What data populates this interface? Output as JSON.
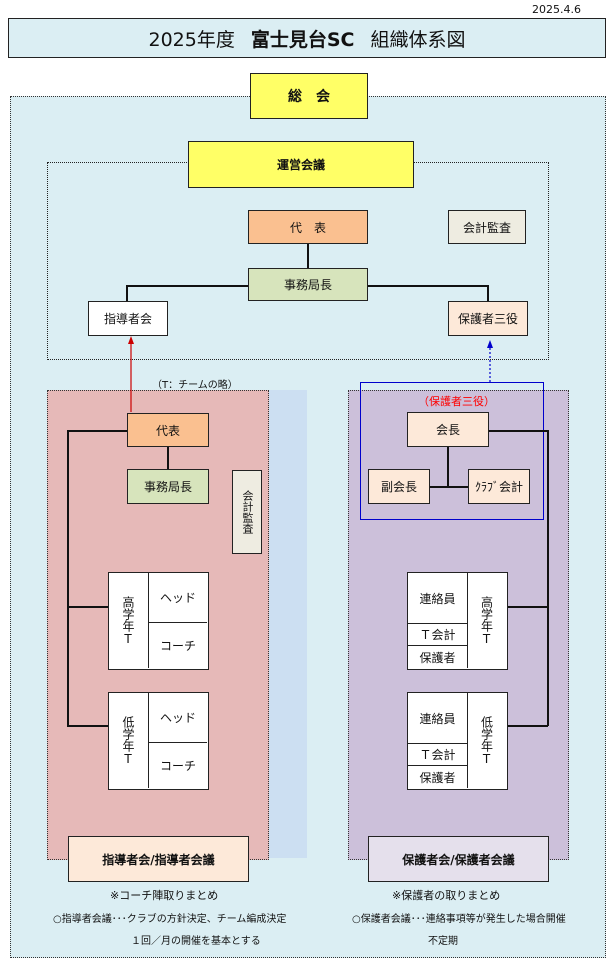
{
  "date": "2025.4.6",
  "title": {
    "year": "2025年度",
    "club": "富士見台SC",
    "subtitle": "組織体系図"
  },
  "general_meeting": "総　会",
  "management": {
    "meeting": "運営会議",
    "representative": "代　表",
    "auditor": "会計監査",
    "secretary_general": "事務局長",
    "coaches_assoc": "指導者会",
    "parents_three": "保護者三役"
  },
  "coaches_side": {
    "note_top": "（T：チームの略）",
    "representative": "代表",
    "secretary_general": "事務局長",
    "auditor": "会計監査",
    "upper_group": "高学年T",
    "lower_group": "低学年T",
    "head": "ヘッド",
    "coach": "コーチ",
    "footer": "指導者会/指導者会議",
    "note1": "※コーチ陣取りまとめ",
    "note2": "○指導者会議･･･クラブの方針決定、チーム編成決定",
    "note3": "１回／月の開催を基本とする"
  },
  "parents_side": {
    "label_three": "（保護者三役）",
    "chair": "会長",
    "vice_chair": "副会長",
    "club_treasurer": "ｸﾗﾌﾞ会計",
    "upper_group": "高学年T",
    "lower_group": "低学年T",
    "liaison": "連絡員",
    "team_treasurer": "Ｔ会計",
    "guardian": "保護者",
    "footer": "保護者会/保護者会議",
    "note1": "※保護者の取りまとめ",
    "note2": "○保護者会議･･･連絡事項等が発生した場合開催",
    "note3": "不定期"
  },
  "colors": {
    "background": "#dbeef3",
    "yellow": "#ffff66",
    "orange": "#fac090",
    "green": "#d7e4bc",
    "pink_panel": "#e6b9b8",
    "purple_panel": "#ccc0da",
    "red_arrow": "#cc0000",
    "blue_arrow": "#0000cc",
    "red_label": "#ff0000"
  }
}
